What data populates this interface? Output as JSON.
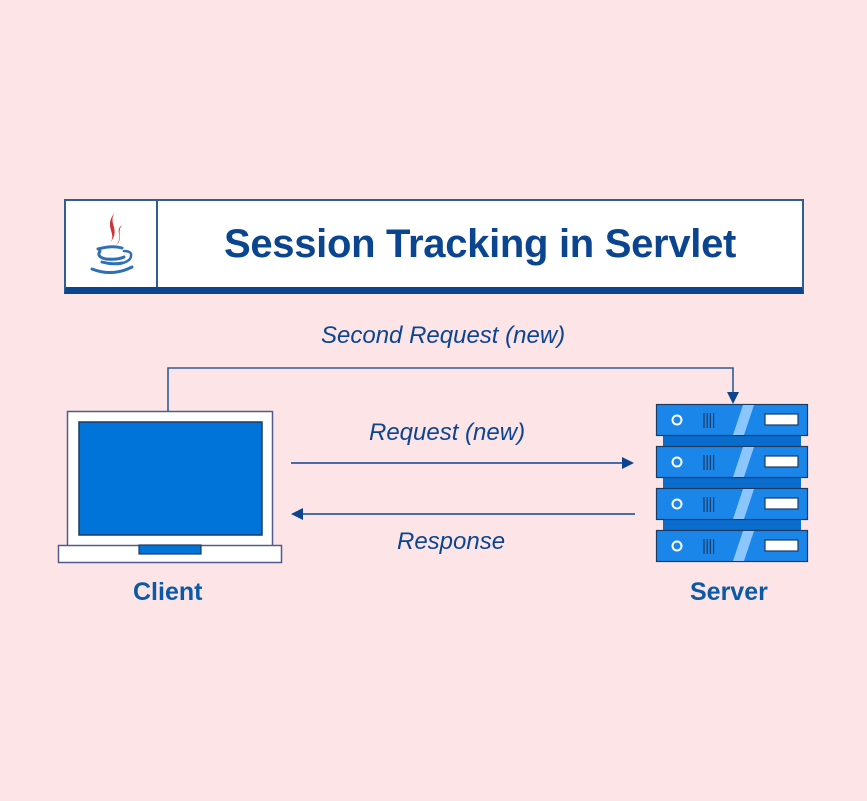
{
  "title": "Session Tracking in Servlet",
  "logo": {
    "icon": "java-coffee-cup-icon"
  },
  "labels": {
    "second_request": "Second Request (new)",
    "request": "Request (new)",
    "response": "Response"
  },
  "nodes": {
    "client": "Client",
    "server": "Server"
  },
  "colors": {
    "background": "#fde4e7",
    "primary": "#0b4590",
    "screen": "#0074d9",
    "server_face": "#1a86ea",
    "server_band": "#0a6ccc",
    "caption": "#0a5aa8",
    "java_red": "#d32f2f"
  },
  "server_units": 4
}
